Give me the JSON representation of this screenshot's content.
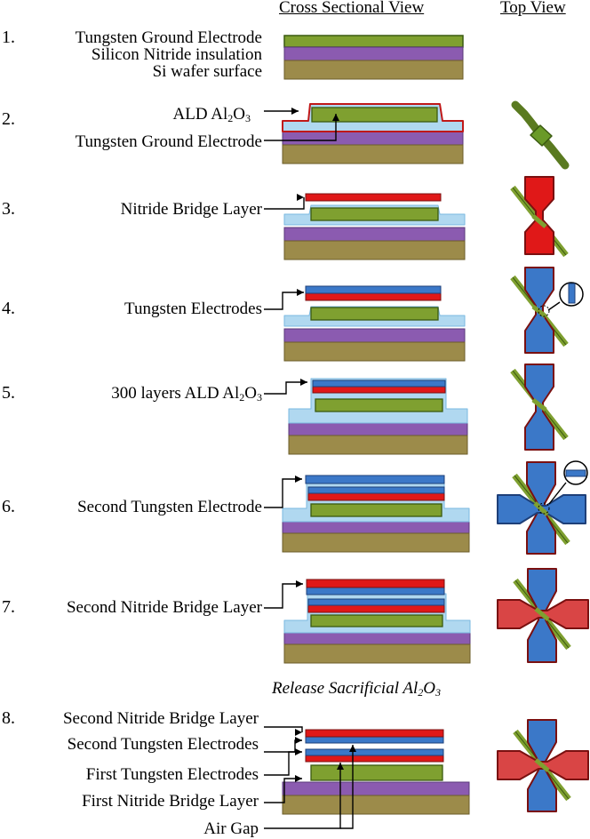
{
  "headers": {
    "cross": "Cross Sectional View",
    "top": "Top View"
  },
  "steps": [
    {
      "num": "1.",
      "labels": [
        "Tungsten Ground Electrode",
        "Silicon Nitride insulation",
        "Si wafer surface"
      ]
    },
    {
      "num": "2.",
      "labels": [
        "ALD Al2O3",
        "Tungsten Ground Electrode"
      ]
    },
    {
      "num": "3.",
      "labels": [
        "Nitride Bridge Layer"
      ]
    },
    {
      "num": "4.",
      "labels": [
        "Tungsten Electrodes"
      ]
    },
    {
      "num": "5.",
      "labels": [
        "300 layers ALD Al2O3"
      ]
    },
    {
      "num": "6.",
      "labels": [
        "Second Tungsten Electrode"
      ]
    },
    {
      "num": "7.",
      "labels": [
        "Second Nitride Bridge Layer"
      ]
    },
    {
      "num": "8.",
      "labels": [
        "Second Nitride Bridge Layer",
        "Second Tungsten Electrodes",
        "First Tungsten Electrodes",
        "First Nitride Bridge Layer",
        "Air Gap"
      ]
    }
  ],
  "release_note": "Release Sacrificial Al2O3",
  "colors": {
    "silicon": "#9c8b4a",
    "nitride": "#8b5bb0",
    "tungsten_ground": "#7fa030",
    "al2o3_outline": "#b0d8f0",
    "nitride_bridge": "#e01818",
    "tungsten_top": "#3b78c8",
    "dark_outline": "#7a1010",
    "green_outline": "#3a5a10"
  }
}
